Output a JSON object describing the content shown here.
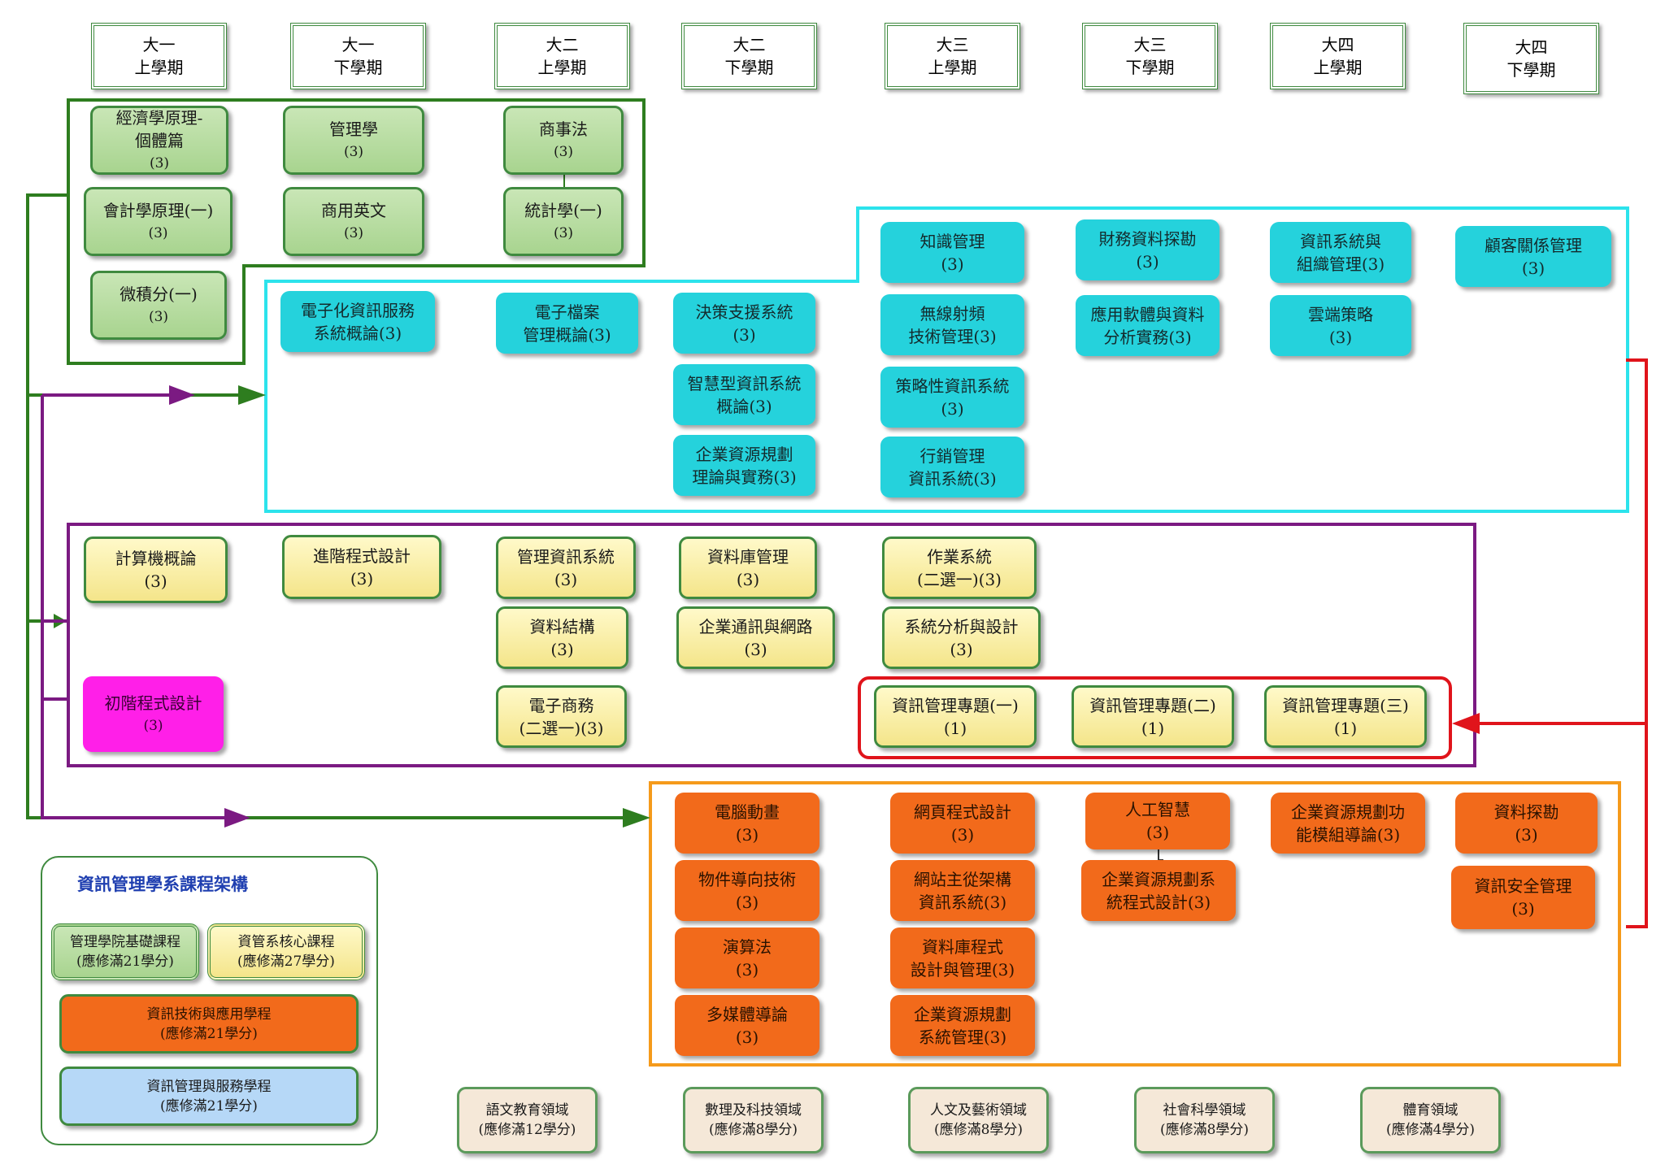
{
  "semesters": [
    {
      "year": "大一",
      "term": "上學期"
    },
    {
      "year": "大一",
      "term": "下學期"
    },
    {
      "year": "大二",
      "term": "上學期"
    },
    {
      "year": "大二",
      "term": "下學期"
    },
    {
      "year": "大三",
      "term": "上學期"
    },
    {
      "year": "大三",
      "term": "下學期"
    },
    {
      "year": "大四",
      "term": "上學期"
    },
    {
      "year": "大四",
      "term": "下學期"
    }
  ],
  "groups": {
    "foundation": {
      "name": "管理學院基礎課程",
      "color": "#2e7d1f",
      "courses": [
        {
          "lines": [
            "經濟學原理-",
            "個體篇"
          ],
          "credits": "(3)"
        },
        {
          "lines": [
            "管理學"
          ],
          "credits": "(3)"
        },
        {
          "lines": [
            "商事法"
          ],
          "credits": "(3)"
        },
        {
          "lines": [
            "會計學原理(一)"
          ],
          "credits": "(3)"
        },
        {
          "lines": [
            "商用英文"
          ],
          "credits": "(3)"
        },
        {
          "lines": [
            "統計學(一)"
          ],
          "credits": "(3)"
        },
        {
          "lines": [
            "微積分(一)"
          ],
          "credits": "(3)"
        }
      ]
    },
    "service": {
      "name": "資訊管理與服務學程",
      "color": "#2ce3ec",
      "courses": [
        {
          "lines": [
            "知識管理",
            "(3)"
          ]
        },
        {
          "lines": [
            "財務資料探勘",
            "(3)"
          ]
        },
        {
          "lines": [
            "資訊系統與",
            "組織管理(3)"
          ]
        },
        {
          "lines": [
            "顧客關係管理",
            "(3)"
          ]
        },
        {
          "lines": [
            "電子化資訊服務",
            "系統概論(3)"
          ]
        },
        {
          "lines": [
            "電子檔案",
            "管理概論(3)"
          ]
        },
        {
          "lines": [
            "決策支援系統",
            "(3)"
          ]
        },
        {
          "lines": [
            "無線射頻",
            "技術管理(3)"
          ]
        },
        {
          "lines": [
            "應用軟體與資料",
            "分析實務(3)"
          ]
        },
        {
          "lines": [
            "雲端策略",
            "(3)"
          ]
        },
        {
          "lines": [
            "智慧型資訊系統",
            "概論(3)"
          ]
        },
        {
          "lines": [
            "策略性資訊系統",
            "(3)"
          ]
        },
        {
          "lines": [
            "企業資源規劃",
            "理論與實務(3)"
          ]
        },
        {
          "lines": [
            "行銷管理",
            "資訊系統(3)"
          ]
        }
      ]
    },
    "core": {
      "name": "資管系核心課程",
      "color": "#7b1a82",
      "courses": [
        {
          "lines": [
            "計算機概論",
            "(3)"
          ]
        },
        {
          "lines": [
            "進階程式設計",
            "(3)"
          ]
        },
        {
          "lines": [
            "管理資訊系統",
            "(3)"
          ]
        },
        {
          "lines": [
            "資料庫管理",
            "(3)"
          ]
        },
        {
          "lines": [
            "作業系統",
            "(二選一)(3)"
          ]
        },
        {
          "lines": [
            "資料結構",
            "(3)"
          ]
        },
        {
          "lines": [
            "企業通訊與網路",
            "(3)"
          ]
        },
        {
          "lines": [
            "系統分析與設計",
            "(3)"
          ]
        },
        {
          "lines": [
            "電子商務",
            "(二選一)(3)"
          ]
        },
        {
          "lines": [
            "資訊管理專題(一)",
            "(1)"
          ]
        },
        {
          "lines": [
            "資訊管理專題(二)",
            "(1)"
          ]
        },
        {
          "lines": [
            "資訊管理專題(三)",
            "(1)"
          ]
        }
      ],
      "intro": {
        "lines": [
          "初階程式設計"
        ],
        "credits": "(3)"
      }
    },
    "tech": {
      "name": "資訊技術與應用學程",
      "color": "#f59a1b",
      "courses": [
        {
          "lines": [
            "電腦動畫",
            "(3)"
          ]
        },
        {
          "lines": [
            "網頁程式設計",
            "(3)"
          ]
        },
        {
          "lines": [
            "人工智慧",
            "(3)"
          ]
        },
        {
          "lines": [
            "企業資源規劃功",
            "能模組導論(3)"
          ]
        },
        {
          "lines": [
            "資料探勘",
            "(3)"
          ]
        },
        {
          "lines": [
            "物件導向技術",
            "(3)"
          ]
        },
        {
          "lines": [
            "網站主從架構",
            "資訊系統(3)"
          ]
        },
        {
          "lines": [
            "企業資源規劃系",
            "統程式設計(3)"
          ]
        },
        {
          "lines": [
            "資訊安全管理",
            "(3)"
          ]
        },
        {
          "lines": [
            "演算法",
            "(3)"
          ]
        },
        {
          "lines": [
            "資料庫程式",
            "設計與管理(3)"
          ]
        },
        {
          "lines": [
            "多媒體導論",
            "(3)"
          ]
        },
        {
          "lines": [
            "企業資源規劃",
            "系統管理(3)"
          ]
        }
      ]
    }
  },
  "general_education": [
    {
      "lines": [
        "語文教育領域",
        "(應修滿12學分)"
      ]
    },
    {
      "lines": [
        "數理及科技領域",
        "(應修滿8學分)"
      ]
    },
    {
      "lines": [
        "人文及藝術領域",
        "(應修滿8學分)"
      ]
    },
    {
      "lines": [
        "社會科學領域",
        "(應修滿8學分)"
      ]
    },
    {
      "lines": [
        "體育領域",
        "(應修滿4學分)"
      ]
    }
  ],
  "legend": {
    "title": "資訊管理學系課程架構",
    "items": [
      {
        "lines": [
          "管理學院基礎課程",
          "(應修滿21學分)"
        ]
      },
      {
        "lines": [
          "資管系核心課程",
          "(應修滿27學分)"
        ]
      },
      {
        "lines": [
          "資訊技術與應用學程",
          "(應修滿21學分)"
        ]
      },
      {
        "lines": [
          "資訊管理與服務學程",
          "(應修滿21學分)"
        ]
      }
    ]
  },
  "colors": {
    "foundation_line": "#2e7d1f",
    "service_frame": "#2ce3ec",
    "core_frame": "#7b1a82",
    "tech_frame": "#f59a1b",
    "capstone_frame": "#e0141b"
  }
}
